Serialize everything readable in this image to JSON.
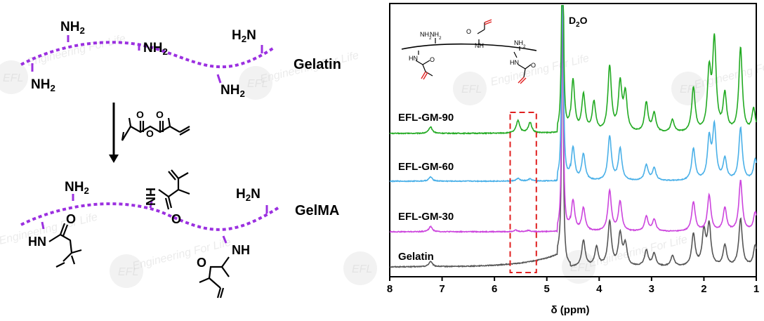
{
  "scheme": {
    "top_polymer_label": "Gelatin",
    "bottom_polymer_label": "GelMA",
    "amine_groups": [
      "NH2",
      "NH2",
      "H2N",
      "NH2",
      "NH2"
    ],
    "gelma_groups": [
      "NH2",
      "H2N"
    ],
    "amide_nh_labels": [
      "HN",
      "HN",
      "NH"
    ],
    "carbonyl_label": "O",
    "reagent_oxygen": "O",
    "chain_color": "#9b30e0"
  },
  "watermark": {
    "text": "Engineering For Life",
    "logo": "EFL"
  },
  "chart_data": {
    "type": "line",
    "xlabel": "δ (ppm)",
    "xlim": [
      8,
      1
    ],
    "xticks": [
      8,
      7,
      6,
      5,
      4,
      3,
      2,
      1
    ],
    "ylabel": "",
    "grid": false,
    "solvent_peak": {
      "label": "D2O",
      "ppm": 4.7
    },
    "highlight_box": {
      "from_ppm": 5.7,
      "to_ppm": 5.2,
      "color": "#e02020"
    },
    "series": [
      {
        "name": "Gelatin",
        "color": "#555555",
        "offset": 0,
        "peaks": [
          [
            7.22,
            0.05
          ],
          [
            4.3,
            0.25
          ],
          [
            4.05,
            0.18
          ],
          [
            3.8,
            0.42
          ],
          [
            3.6,
            0.3
          ],
          [
            3.5,
            0.2
          ],
          [
            3.1,
            0.15
          ],
          [
            2.95,
            0.12
          ],
          [
            2.6,
            0.1
          ],
          [
            2.2,
            0.3
          ],
          [
            2.0,
            0.32
          ],
          [
            1.9,
            0.38
          ],
          [
            1.6,
            0.2
          ],
          [
            1.3,
            0.45
          ],
          [
            1.02,
            0.2
          ]
        ]
      },
      {
        "name": "EFL-GM-30",
        "color": "#cc44dd",
        "offset": 1,
        "peaks": [
          [
            7.22,
            0.05
          ],
          [
            5.6,
            0.015
          ],
          [
            5.35,
            0.012
          ],
          [
            4.5,
            0.3
          ],
          [
            4.3,
            0.22
          ],
          [
            3.8,
            0.38
          ],
          [
            3.6,
            0.28
          ],
          [
            3.1,
            0.14
          ],
          [
            2.95,
            0.11
          ],
          [
            2.2,
            0.28
          ],
          [
            1.9,
            0.34
          ],
          [
            1.6,
            0.22
          ],
          [
            1.3,
            0.48
          ],
          [
            1.02,
            0.18
          ]
        ]
      },
      {
        "name": "EFL-GM-60",
        "color": "#4ab0e8",
        "offset": 2,
        "peaks": [
          [
            7.22,
            0.04
          ],
          [
            5.55,
            0.025
          ],
          [
            5.32,
            0.02
          ],
          [
            4.5,
            0.32
          ],
          [
            4.3,
            0.25
          ],
          [
            3.8,
            0.42
          ],
          [
            3.6,
            0.3
          ],
          [
            3.1,
            0.15
          ],
          [
            2.95,
            0.12
          ],
          [
            2.2,
            0.3
          ],
          [
            1.9,
            0.38
          ],
          [
            1.8,
            0.5
          ],
          [
            1.6,
            0.2
          ],
          [
            1.3,
            0.5
          ],
          [
            1.02,
            0.2
          ]
        ]
      },
      {
        "name": "EFL-GM-90",
        "color": "#22aa22",
        "offset": 3,
        "peaks": [
          [
            7.22,
            0.06
          ],
          [
            5.55,
            0.12
          ],
          [
            5.32,
            0.1
          ],
          [
            4.5,
            0.5
          ],
          [
            4.3,
            0.35
          ],
          [
            4.1,
            0.28
          ],
          [
            3.8,
            0.62
          ],
          [
            3.6,
            0.45
          ],
          [
            3.5,
            0.35
          ],
          [
            3.1,
            0.28
          ],
          [
            2.95,
            0.18
          ],
          [
            2.6,
            0.12
          ],
          [
            2.2,
            0.42
          ],
          [
            1.9,
            0.55
          ],
          [
            1.8,
            0.85
          ],
          [
            1.6,
            0.35
          ],
          [
            1.3,
            0.8
          ],
          [
            1.05,
            0.22
          ]
        ]
      }
    ],
    "inset": {
      "labels": [
        "NH2",
        "NH",
        "O",
        "NH2",
        "O",
        "HN",
        "NH2",
        "HN",
        "O"
      ]
    }
  }
}
